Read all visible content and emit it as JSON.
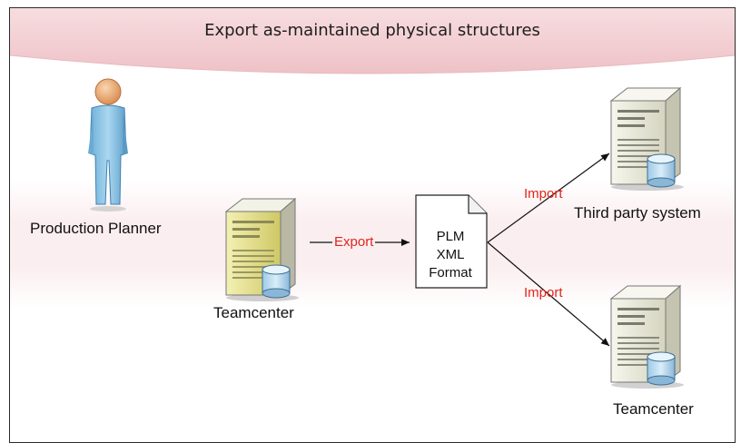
{
  "title": "Export as-maintained physical structures",
  "actor": {
    "label": "Production Planner",
    "icon": "person-icon"
  },
  "source_server": {
    "label": "Teamcenter",
    "icon": "server-icon"
  },
  "document": {
    "lines": [
      "PLM",
      "XML",
      "Format"
    ],
    "icon": "document-icon"
  },
  "targets": [
    {
      "label": "Third party system",
      "icon": "server-icon"
    },
    {
      "label": "Teamcenter",
      "icon": "server-icon"
    }
  ],
  "edges": {
    "export_label": "Export",
    "import_top_label": "Import",
    "import_bottom_label": "Import"
  },
  "colors": {
    "edge_label": "#e1251b",
    "banner": "#f2cdd1",
    "server_body": "#e3e3cd",
    "server_active_front": "#ddd87a",
    "person_body": "#8dc3e3",
    "person_head": "#f2b27d"
  }
}
